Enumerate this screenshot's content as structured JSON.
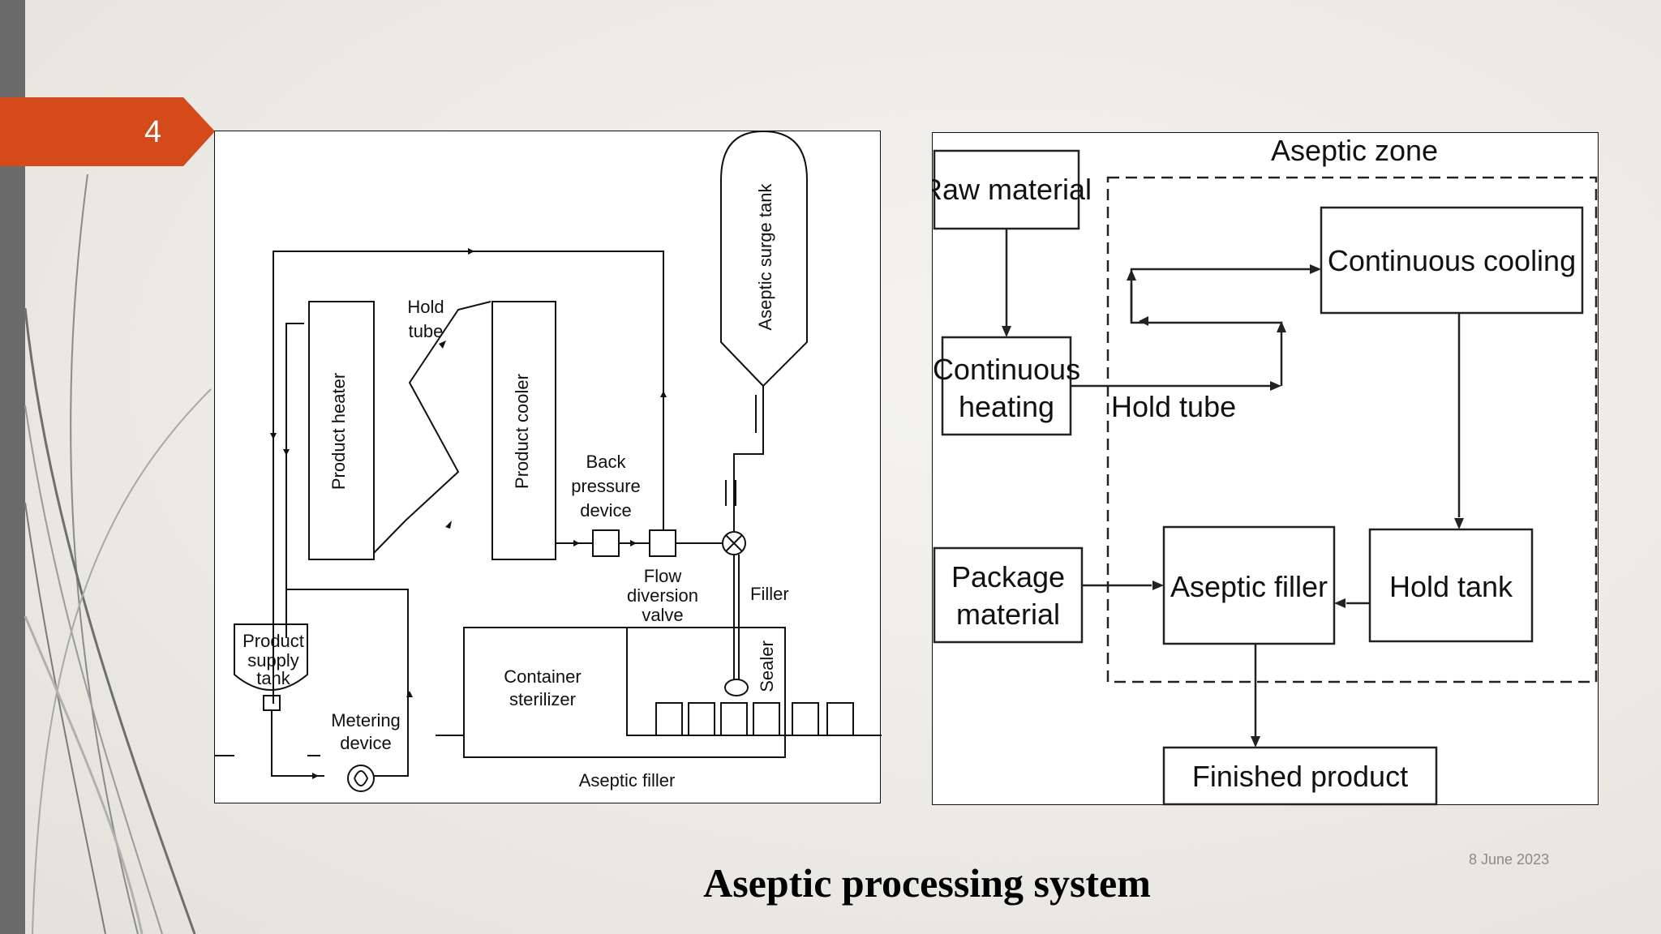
{
  "slide": {
    "number": "4",
    "date": "8 June 2023",
    "caption": "Aseptic processing system"
  },
  "left_diagram": {
    "labels": {
      "product_heater": "Product heater",
      "hold_tube_1": "Hold",
      "hold_tube_2": "tube",
      "product_cooler": "Product cooler",
      "surge_tank": "Aseptic surge tank",
      "back_pressure_1": "Back",
      "back_pressure_2": "pressure",
      "back_pressure_3": "device",
      "flow_div_1": "Flow",
      "flow_div_2": "diversion",
      "flow_div_3": "valve",
      "filler": "Filler",
      "supply_1": "Product",
      "supply_2": "supply",
      "supply_3": "tank",
      "metering_1": "Metering",
      "metering_2": "device",
      "container_1": "Container",
      "container_2": "sterilizer",
      "sealer": "Sealer",
      "aseptic_filler": "Aseptic filler"
    }
  },
  "right_diagram": {
    "labels": {
      "aseptic_zone": "Aseptic zone",
      "raw_material": "Raw material",
      "continuous_heating_1": "Continuous",
      "continuous_heating_2": "heating",
      "hold_tube": "Hold tube",
      "continuous_cooling": "Continuous cooling",
      "package_material_1": "Package",
      "package_material_2": "material",
      "aseptic_filler": "Aseptic filler",
      "hold_tank": "Hold tank",
      "finished_product": "Finished product"
    }
  }
}
